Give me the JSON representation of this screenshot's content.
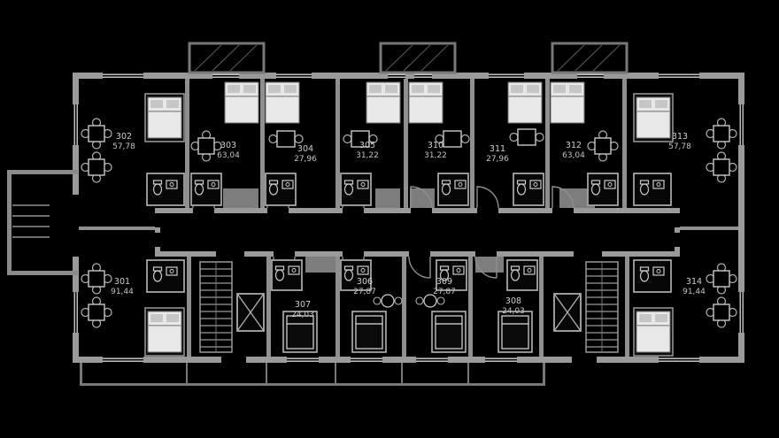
{
  "colors": {
    "background": "#000000",
    "walls": "#9a9a9a",
    "furniture_lines": "#bdbdbd",
    "bed_fill": "#e8e8e8",
    "label_text": "#c4c4c4"
  },
  "apartments": [
    {
      "number": "302",
      "area": "57,78"
    },
    {
      "number": "303",
      "area": "63,04"
    },
    {
      "number": "304",
      "area": "27,96"
    },
    {
      "number": "305",
      "area": "31,22"
    },
    {
      "number": "310",
      "area": "31,22"
    },
    {
      "number": "311",
      "area": "27,96"
    },
    {
      "number": "312",
      "area": "63,04"
    },
    {
      "number": "313",
      "area": "57,78"
    },
    {
      "number": "301",
      "area": "91,44"
    },
    {
      "number": "307",
      "area": "24,03"
    },
    {
      "number": "306",
      "area": "27,87"
    },
    {
      "number": "309",
      "area": "27,87"
    },
    {
      "number": "308",
      "area": "24,03"
    },
    {
      "number": "314",
      "area": "91,44"
    }
  ]
}
